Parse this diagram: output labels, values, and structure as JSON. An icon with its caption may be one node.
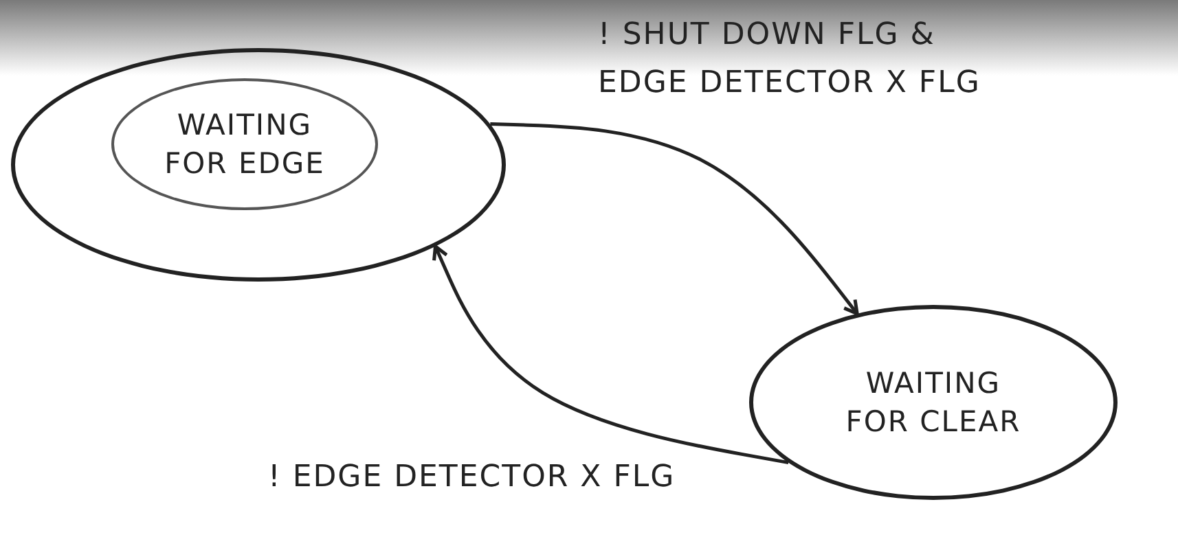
{
  "diagram": {
    "nodes": [
      {
        "text": [
          "WAITING FOR EDGE"
        ]
      },
      {
        "text": [
          "WAITING FOR CLEAR"
        ]
      }
    ],
    "edges": [
      {
        "from": 0,
        "to": 1,
        "arrow": "to",
        "label": "! SHUT DOWN FLG & EDGE DETECTOR X FLG"
      },
      {
        "from": 1,
        "to": 0,
        "arrow": "to",
        "label": "! EDGE DETECTOR X FLG"
      }
    ]
  }
}
